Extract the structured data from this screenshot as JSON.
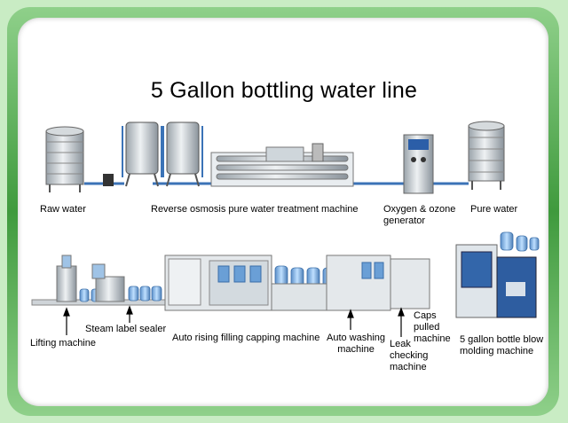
{
  "title": "5 Gallon bottling water line",
  "labels": {
    "raw_water": "Raw water",
    "reverse_osmosis": "Reverse osmosis pure water treatment machine",
    "oxygen_ozone": [
      "Oxygen & ozone",
      "generator"
    ],
    "pure_water": "Pure water",
    "lifting": "Lifting machine",
    "steam_label": "Steam label sealer",
    "filling": "Auto rising filling capping machine",
    "washing": [
      "Auto washing",
      "machine"
    ],
    "leak": [
      "Leak",
      "checking",
      "machine"
    ],
    "caps": [
      "Caps",
      "pulled",
      "machine"
    ],
    "blow": [
      "5 gallon bottle blow",
      "molding machine"
    ]
  }
}
